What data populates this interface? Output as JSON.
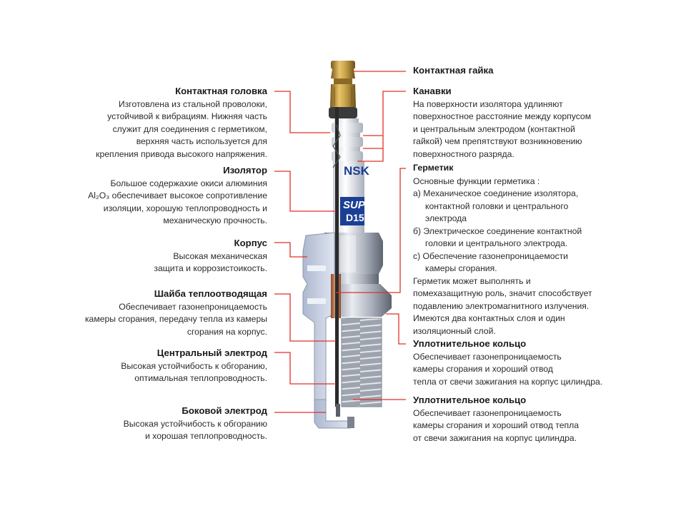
{
  "left_labels": {
    "contact_head": {
      "title": "Контактная головка",
      "lines": [
        "Изготовлена из стальной проволоки,",
        "устойчивой к вибрациям. Нижняя часть",
        "служит для соединения с герметиком,",
        "верхняя часть используется для",
        "крепления привода высокого напряжения."
      ]
    },
    "insulator": {
      "title": "Изолятор",
      "lines": [
        "Большое содержахие окиси алюминия",
        "Al₂O₃ обеспечивает высокое сопротивление",
        "изоляции, хорошую теплопроводность и",
        "механическую прочность."
      ]
    },
    "housing": {
      "title": "Корпус",
      "lines": [
        "Высокая механическая",
        "защита и коррозистоикость."
      ]
    },
    "heat_washer": {
      "title": "Шайба теплоотводящая",
      "lines": [
        "Обеспечивает газонепроницаемость",
        "камеры сгорания, передачу тепла из камеры",
        "сгорания на корпус."
      ]
    },
    "center_electrode": {
      "title": "Центральный электрод",
      "lines": [
        "Высокая устойчибость к обгоранию,",
        "оптимальная теплопроводность."
      ]
    },
    "side_electrode": {
      "title": "Боковой электрод",
      "lines": [
        "Высокая устойчибость к обгоранию",
        "и хорошая теплопроводность."
      ]
    }
  },
  "right_labels": {
    "contact_nut": {
      "title": "Контактная гайка"
    },
    "grooves": {
      "title": "Канавки",
      "lines": [
        "На поверхности изолятора удлиняют",
        "поверхностное расстояние между корпусом",
        "и центральным электродом (контактной",
        "гайкой) чем препятствуют возникновению",
        "поверхностного разряда."
      ]
    },
    "sealant": {
      "title": "Герметик",
      "intro": "Основные функции герметика :",
      "items": [
        {
          "text": "а)  Механическое соединение изолятора,",
          "indent": false
        },
        {
          "text": "контактной головки и центрального",
          "indent": true
        },
        {
          "text": "электрода",
          "indent": true
        },
        {
          "text": "б)  Электрическое соединение контактной",
          "indent": false
        },
        {
          "text": "головки и центрального электрода.",
          "indent": true
        },
        {
          "text": "с)  Обеспечение газонепроницаемости",
          "indent": false
        },
        {
          "text": "камеры сгорания.",
          "indent": true
        }
      ],
      "outro": [
        "Герметик может выполнять и",
        "помехазащитную роль, значит способствует",
        "подавлению электромагнитного излучения.",
        "Имеются два контактных слоя и один",
        "изоляционный слой."
      ]
    },
    "seal_ring_1": {
      "title": "Уплотнительное кольцо",
      "lines": [
        "Обеспечивает газонепроницаемость",
        "камеры сгорания и хороший отвод",
        "тепла от свечи зажигания на корпус цилиндра."
      ]
    },
    "seal_ring_2": {
      "title": "Уплотнительное кольцо",
      "lines": [
        "Обеспечивает газонепроницаемость",
        "камеры сгорания и хороший отвод тепла",
        "от свечи зажигания на корпус цилиндра."
      ]
    }
  },
  "plug_marks": {
    "brand": "NSK",
    "line1": "SUP",
    "line2": "D15"
  },
  "colors": {
    "leader": "#e0302a",
    "text": "#2b2b2b",
    "nut": "#c8a24a",
    "steel": "#b8bcc4",
    "ceramic": "#eef1f5",
    "copper": "#c9825a",
    "brand_blue": "#1c3f96"
  }
}
